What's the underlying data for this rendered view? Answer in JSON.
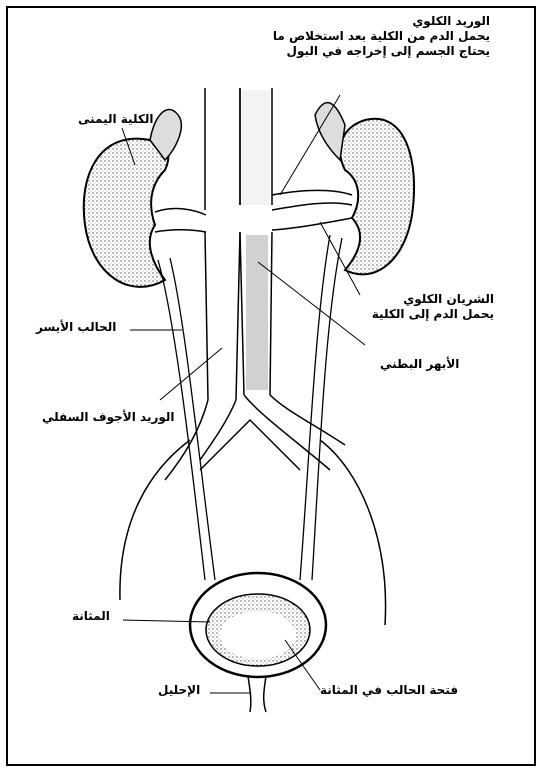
{
  "labels": {
    "renal_vein": {
      "name": "الوريد الكلوي",
      "desc1": "يحمل الدم من الكلية بعد استخلاص ما",
      "desc2": "يحتاج الجسم إلى إخراجه في البول"
    },
    "right_kidney": "الكلية اليمنى",
    "renal_artery": {
      "name": "الشريان الكلوي",
      "desc": "يحمل الدم إلى الكلية"
    },
    "left_ureter": "الحالب الأيسر",
    "aorta": "الأبهر البطني",
    "inferior_vena_cava": "الوريد الأجوف السفلي",
    "bladder": "المثانة",
    "urethra": "الإحليل",
    "ureter_opening": "فتحة الحالب في المثانة"
  },
  "colors": {
    "ink": "#000000",
    "paper": "#ffffff",
    "shade": "#9a9a9a"
  }
}
